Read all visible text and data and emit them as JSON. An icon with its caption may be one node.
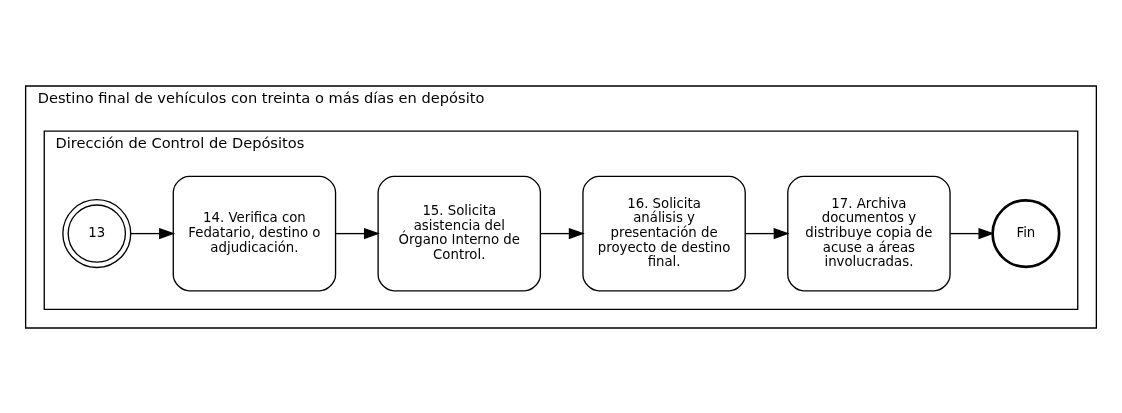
{
  "diagram": {
    "nodes": [
      {
        "text": [
          "Destino final de vehículos con treinta o más días en depósito"
        ]
      },
      {
        "text": [
          "Dirección de Control de Depósitos"
        ],
        "in": 0
      },
      {
        "text": [
          "13"
        ],
        "in": 1
      },
      {
        "text": [
          "14. Verifica con Fedatario, destino o adjudicación."
        ],
        "in": 1
      },
      {
        "text": [
          "15. Solicita asistencia del Órgano Interno de Control."
        ],
        "in": 1
      },
      {
        "text": [
          "16. Solicita análisis y presentación de proyecto de destino final."
        ],
        "in": 1
      },
      {
        "text": [
          "17. Archiva documentos y distribuye copia de acuse a áreas involucradas."
        ],
        "in": 1
      },
      {
        "text": [
          "Fin"
        ],
        "in": 1
      }
    ],
    "edges": [
      {
        "from": 2,
        "to": 3,
        "arrow": "to"
      },
      {
        "from": 3,
        "to": 4,
        "arrow": "to"
      },
      {
        "from": 4,
        "to": 5,
        "arrow": "to"
      },
      {
        "from": 5,
        "to": 6,
        "arrow": "to"
      },
      {
        "from": 6,
        "to": 7,
        "arrow": "to"
      }
    ]
  }
}
